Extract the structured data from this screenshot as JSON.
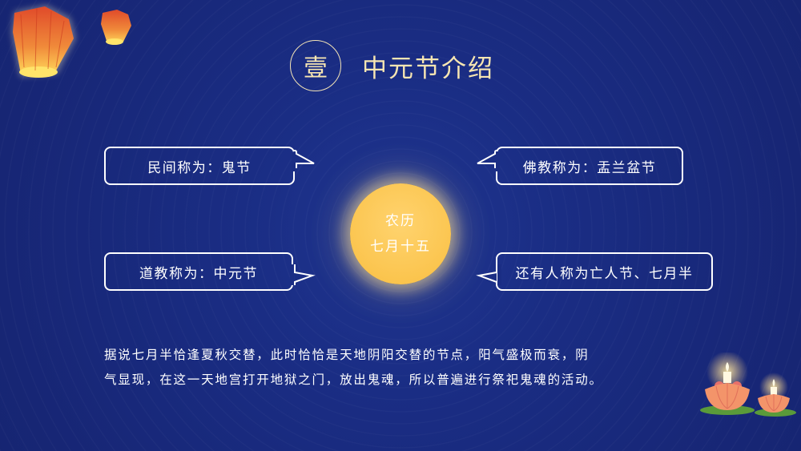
{
  "header": {
    "number_glyph": "壹",
    "title": "中元节介绍"
  },
  "bubbles": [
    {
      "id": "folk",
      "text": "民间称为：鬼节",
      "tail": "right"
    },
    {
      "id": "buddhism",
      "text": "佛教称为：盂兰盆节",
      "tail": "left"
    },
    {
      "id": "taoism",
      "text": "道教称为：中元节",
      "tail": "right"
    },
    {
      "id": "others",
      "text": "还有人称为亡人节、七月半",
      "tail": "left"
    }
  ],
  "moon": {
    "line1": "农历",
    "line2": "七月十五"
  },
  "description": {
    "line1": "据说七月半恰逢夏秋交替，此时恰恰是天地阴阳交替的节点，阳气盛极而衰，阴",
    "line2": "气显现，在这一天地宫打开地狱之门，放出鬼魂，所以普遍进行祭祀鬼魂的活动。"
  },
  "colors": {
    "background": "#1a2d84",
    "title_gold": "#f7e6b2",
    "moon": "#fbc54f",
    "bubble_border": "#ffffff"
  },
  "decorations": {
    "top_left": "sky-lanterns",
    "bottom_right": "lotus-candles"
  }
}
